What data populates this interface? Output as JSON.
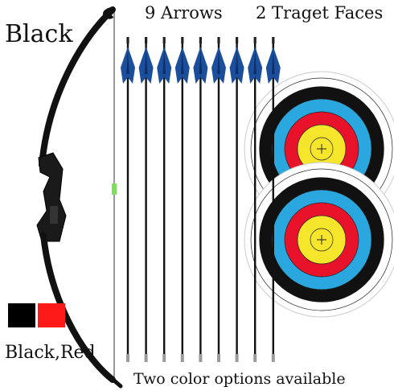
{
  "product": {
    "color_title": "Black",
    "arrows_label": "9 Arrows",
    "target_faces_label": "2  Traget Faces",
    "color_options_label": "Black,Red",
    "color_options_caption": "Two color options available"
  },
  "swatches": [
    {
      "name": "black",
      "color": "#000000"
    },
    {
      "name": "red",
      "color": "#ff1a1a"
    }
  ],
  "colors": {
    "bow": "#111111",
    "fletching": "#1b4f9c",
    "arrow_shaft": "#111111",
    "string_nock": "#7ee05a",
    "target_rings": [
      "#ffffff",
      "#111111",
      "#2aa7df",
      "#e8132a",
      "#f5e52b"
    ]
  },
  "counts": {
    "arrows": 9,
    "target_faces": 2
  },
  "icons": [
    "bow-icon",
    "arrow-icon",
    "target-face-icon"
  ]
}
